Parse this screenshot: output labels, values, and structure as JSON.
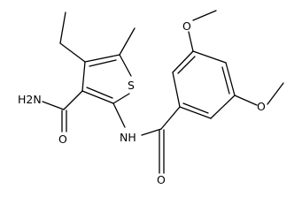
{
  "molecule": {
    "atoms": {
      "s1": "S",
      "amide_n": "H2N",
      "amide_o": "O",
      "nh": "NH",
      "benzoyl_o": "O",
      "ome_top": "O",
      "ome_right": "O"
    }
  }
}
